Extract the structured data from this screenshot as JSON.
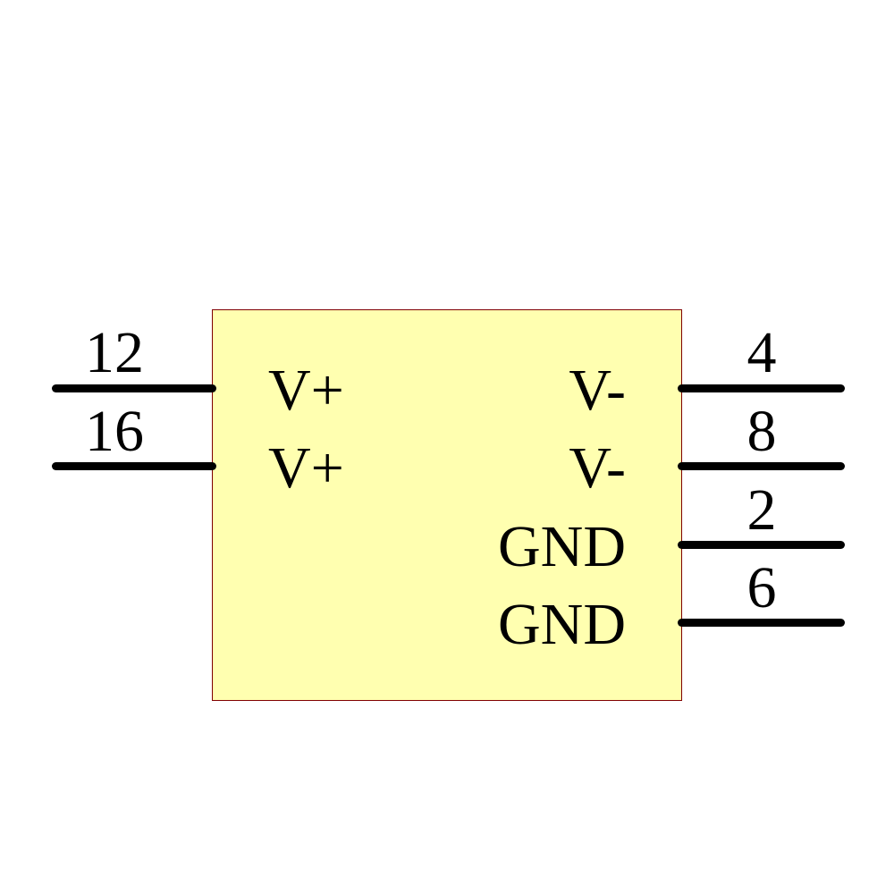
{
  "symbol": {
    "body_fill": "#ffffb0",
    "body_border": "#800000",
    "left_pins": [
      {
        "number": "12",
        "name": "V+"
      },
      {
        "number": "16",
        "name": "V+"
      }
    ],
    "right_pins": [
      {
        "number": "4",
        "name": "V-"
      },
      {
        "number": "8",
        "name": "V-"
      },
      {
        "number": "2",
        "name": "GND"
      },
      {
        "number": "6",
        "name": "GND"
      }
    ]
  }
}
